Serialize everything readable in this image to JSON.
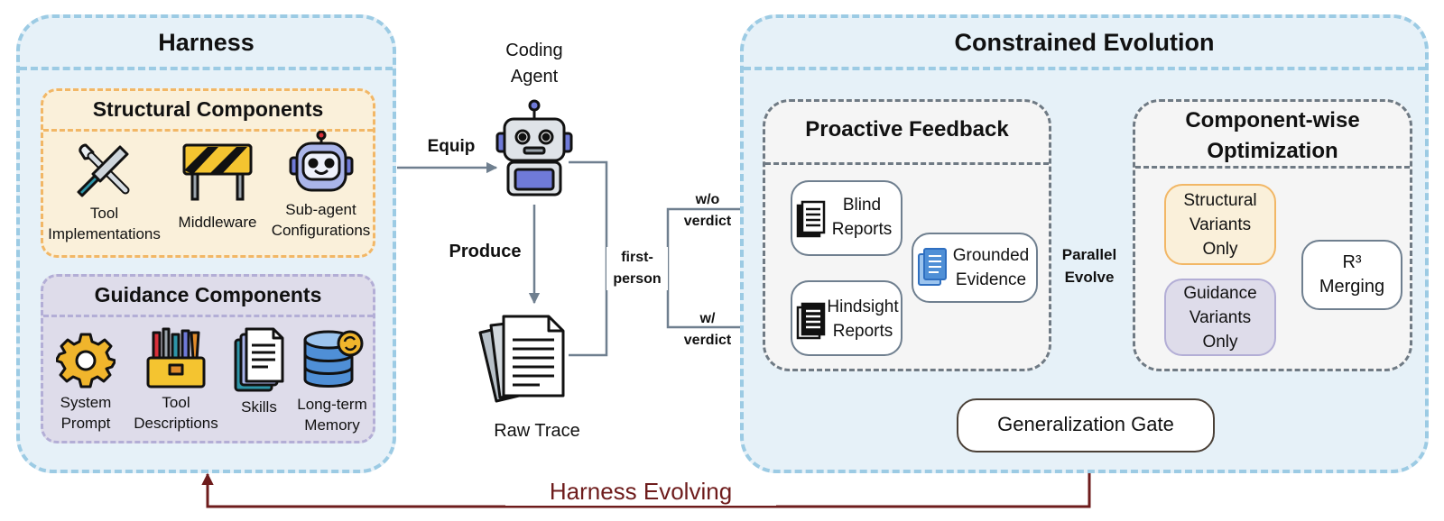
{
  "harness": {
    "title": "Harness",
    "structural": {
      "title": "Structural Components",
      "items": [
        {
          "label_lines": [
            "Tool",
            "Implementations"
          ],
          "icon": "wrench-screwdriver-icon"
        },
        {
          "label_lines": [
            "Middleware"
          ],
          "icon": "barrier-icon"
        },
        {
          "label_lines": [
            "Sub-agent",
            "Configurations"
          ],
          "icon": "robot-face-icon"
        }
      ]
    },
    "guidance": {
      "title": "Guidance Components",
      "items": [
        {
          "label_lines": [
            "System",
            "Prompt"
          ],
          "icon": "gear-icon"
        },
        {
          "label_lines": [
            "Tool",
            "Descriptions"
          ],
          "icon": "toolbox-icon"
        },
        {
          "label_lines": [
            "Skills"
          ],
          "icon": "documents-icon"
        },
        {
          "label_lines": [
            "Long-term",
            "Memory"
          ],
          "icon": "database-sync-icon"
        }
      ]
    }
  },
  "middle": {
    "agent_lines": [
      "Coding",
      "Agent"
    ],
    "equip": "Equip",
    "produce": "Produce",
    "raw_trace": "Raw Trace",
    "first_person_lines": [
      "first-",
      "person"
    ],
    "without_verdict_lines": [
      "w/o",
      "verdict"
    ],
    "with_verdict_lines": [
      "w/",
      "verdict"
    ]
  },
  "evolution": {
    "title": "Constrained Evolution",
    "proactive": {
      "title": "Proactive Feedback",
      "blind_lines": [
        "Blind",
        "Reports"
      ],
      "hindsight_lines": [
        "Hindsight",
        "Reports"
      ],
      "grounded_lines": [
        "Grounded",
        "Evidence"
      ]
    },
    "parallel_lines": [
      "Parallel",
      "Evolve"
    ],
    "componentwise": {
      "title_lines": [
        "Component-wise",
        "Optimization"
      ],
      "structural_lines": [
        "Structural",
        "Variants",
        "Only"
      ],
      "guidance_lines": [
        "Guidance",
        "Variants",
        "Only"
      ],
      "merging_lines": [
        "R³",
        "Merging"
      ]
    },
    "gate": "Generalization Gate"
  },
  "loop_label": "Harness Evolving",
  "colors": {
    "panel_border": "#9ccbe4",
    "panel_fill": "#e6f1f8",
    "structural_border": "#f2b766",
    "structural_fill": "#faf0da",
    "guidance_border": "#b3aed6",
    "guidance_fill": "#dedcea",
    "arrow": "#6f7f8f",
    "loop": "#6e1c1c"
  }
}
